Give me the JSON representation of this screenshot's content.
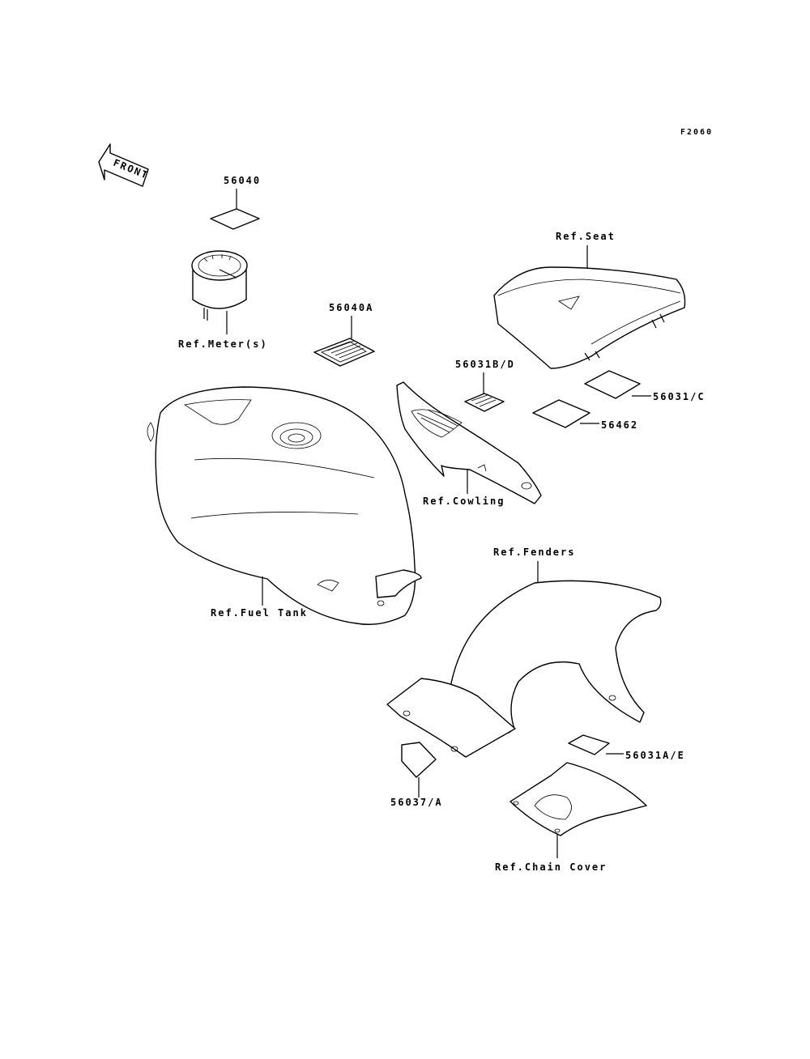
{
  "figure_code": "F2060",
  "front_arrow_label": "FRONT",
  "labels": {
    "p56040": "56040",
    "ref_meter": "Ref.Meter(s)",
    "p56040a": "56040A",
    "ref_seat": "Ref.Seat",
    "p56031bd": "56031B/D",
    "p56031c": "56031/C",
    "p56462": "56462",
    "ref_cowling": "Ref.Cowling",
    "ref_fuel_tank": "Ref.Fuel Tank",
    "ref_fenders": "Ref.Fenders",
    "p56031ae": "56031A/E",
    "p56037a": "56037/A",
    "ref_chain_cover": "Ref.Chain Cover"
  },
  "colors": {
    "ink": "#000000",
    "paper": "#ffffff"
  }
}
